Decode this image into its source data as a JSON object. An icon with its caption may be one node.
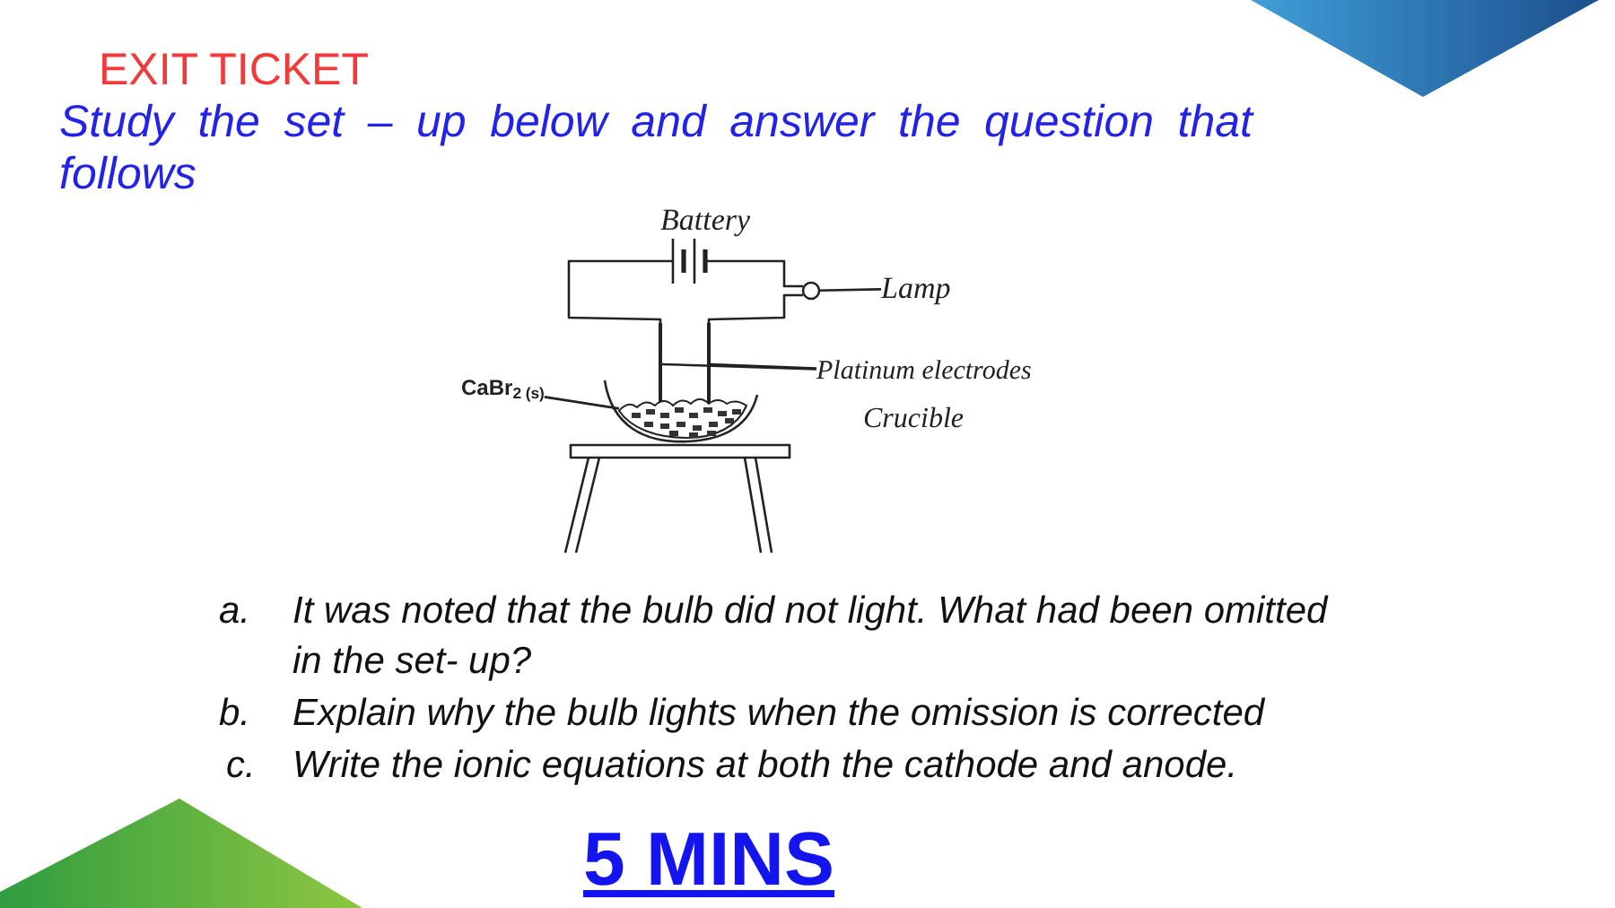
{
  "diagram": {
    "title": "EXIT TICKET",
    "nodes": [
      {
        "text": [],
        "shape": "battery",
        "beside": [
          "Battery"
        ]
      },
      {
        "text": [],
        "shape": "circle"
      },
      {
        "text": [
          "Lamp"
        ]
      },
      {
        "text": [],
        "shape": "bar"
      },
      {
        "text": [],
        "shape": "bar"
      },
      {
        "text": [
          "Platinum electrodes"
        ]
      },
      {
        "text": [
          "CaBr$_{2 (s)}$"
        ]
      },
      {
        "text": [],
        "shape": "picture"
      }
    ],
    "edges": [
      {
        "from": 0,
        "to": 3,
        "arrow": "none"
      },
      {
        "from": 0,
        "to": 1,
        "arrow": "none"
      },
      {
        "from": 1,
        "to": 4,
        "arrow": "none"
      },
      {
        "from": 2,
        "to": 1,
        "arrow": "none"
      },
      {
        "from": 5,
        "to": 4,
        "arrow": "none"
      },
      {
        "from": 5,
        "to": 3,
        "arrow": "none"
      },
      {
        "from": 6,
        "to": 7,
        "arrow": "none"
      }
    ],
    "labels": [
      "Study the set – up below and answer the question that follows",
      "Crucible",
      "a.",
      "It was noted that the bulb did not light. What had been omitted in the set- up?",
      "b.",
      "Explain why the bulb lights when the omission is corrected",
      "c.",
      "Write the ionic equations at both the cathode and anode.",
      "5 MINS"
    ]
  }
}
